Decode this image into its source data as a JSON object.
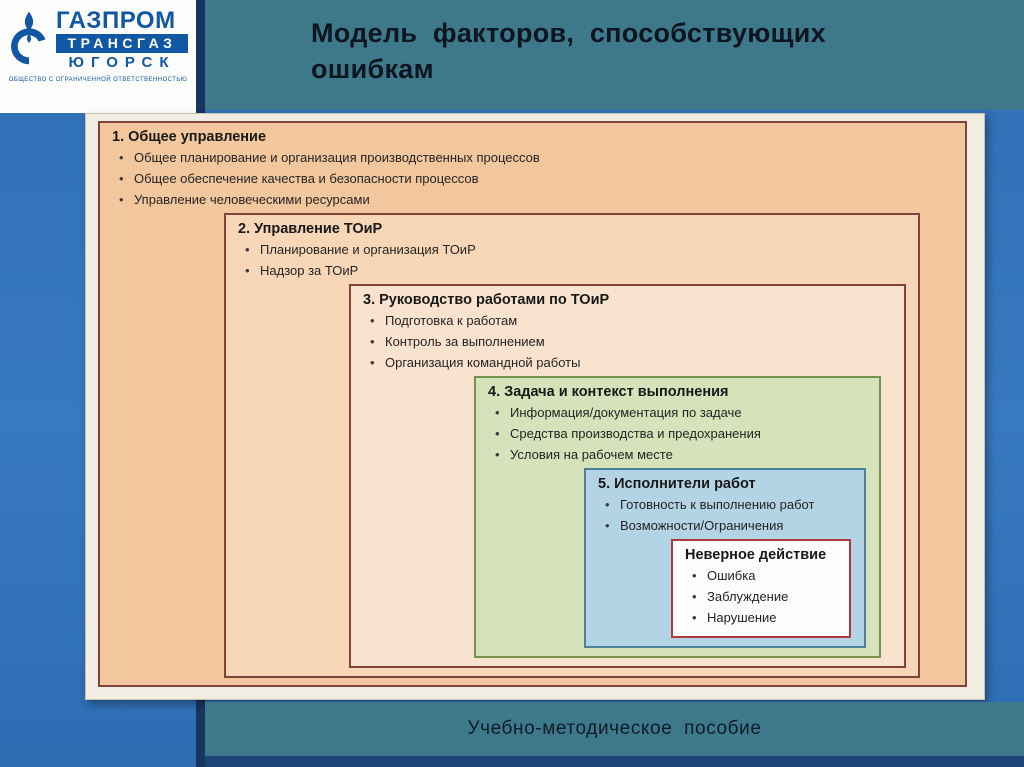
{
  "header": {
    "title_line1": "Модель  факторов,  способствующих",
    "title_line2": "ошибкам"
  },
  "logo": {
    "line1": "ГАЗПРОМ",
    "line2": "ТРАНСГАЗ",
    "line3": "ЮГОРСК",
    "caption": "ОБЩЕСТВО С ОГРАНИЧЕННОЙ ОТВЕТСТВЕННОСТЬЮ"
  },
  "footer": {
    "text": "Учебно-методическое  пособие"
  },
  "diagram": {
    "level1": {
      "title": "1. Общее управление",
      "items": [
        "Общее планирование и организация производственных процессов",
        "Общее обеспечение качества и безопасности процессов",
        "Управление человеческими ресурсами"
      ]
    },
    "level2": {
      "title": "2. Управление ТОиР",
      "items": [
        "Планирование и организация ТОиР",
        "Надзор за ТОиР"
      ]
    },
    "level3": {
      "title": "3. Руководство работами по ТОиР",
      "items": [
        "Подготовка к работам",
        "Контроль за выполнением",
        "Организация командной работы"
      ]
    },
    "level4": {
      "title": "4. Задача и контекст выполнения",
      "items": [
        "Информация/документация по задаче",
        "Средства производства и предохранения",
        "Условия на рабочем месте"
      ]
    },
    "level5": {
      "title": "5. Исполнители работ",
      "items": [
        "Готовность к выполнению работ",
        "Возможности/Ограничения"
      ]
    },
    "error": {
      "title": "Неверное действие",
      "items": [
        "Ошибка",
        "Заблуждение",
        "Нарушение"
      ]
    }
  },
  "colors": {
    "header_teal": "#3e798b",
    "background_blue": "#3173bb",
    "dark_strip": "#16365f",
    "slide_bg": "#f1ede3",
    "box1_bg": "#f3c79e",
    "box2_bg": "#f7d7b8",
    "box3_bg": "#fae3ce",
    "box4_bg": "#d5e2ba",
    "box5_bg": "#b3d4e5",
    "box_brown_border": "#82443a",
    "box_green_border": "#74934e",
    "box_blue_border": "#4e7f9b",
    "error_border": "#b2393b",
    "logo_blue": "#1257a4"
  }
}
